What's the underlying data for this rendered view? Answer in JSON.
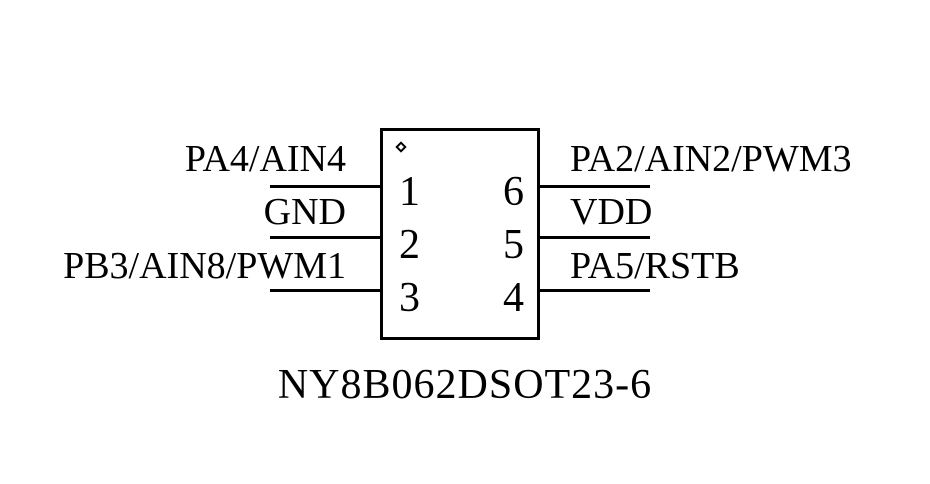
{
  "component": {
    "part_number": "NY8B062DSOT23-6",
    "package": "SOT23-6",
    "colors": {
      "line": "#000000",
      "background": "#ffffff"
    },
    "left_pins": [
      {
        "number": "1",
        "label": "PA4/AIN4"
      },
      {
        "number": "2",
        "label": "GND"
      },
      {
        "number": "3",
        "label": "PB3/AIN8/PWM1"
      }
    ],
    "right_pins": [
      {
        "number": "6",
        "label": "PA2/AIN2/PWM3"
      },
      {
        "number": "5",
        "label": "VDD"
      },
      {
        "number": "4",
        "label": "PA5/RSTB"
      }
    ]
  }
}
